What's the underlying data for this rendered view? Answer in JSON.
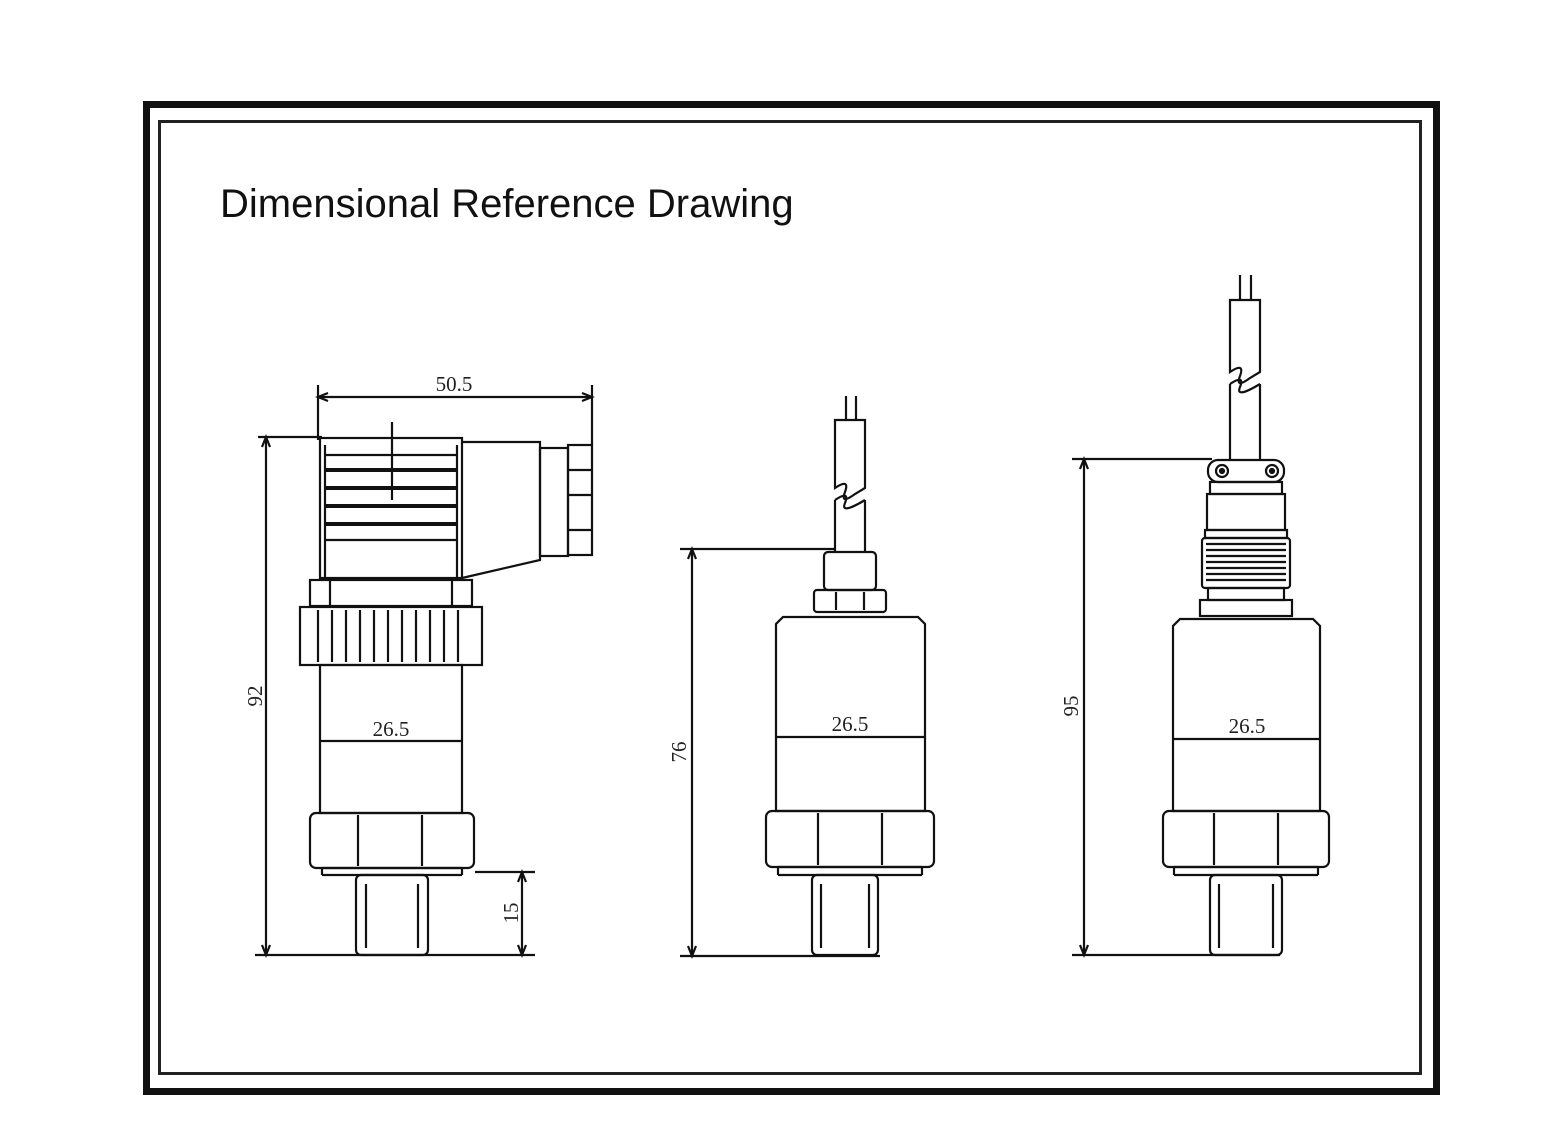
{
  "title": "Dimensional Reference Drawing",
  "views": [
    {
      "name": "din-connector-version",
      "width_label": "50.5",
      "height_label": "92",
      "diameter_label": "26.5",
      "thread_label": "15"
    },
    {
      "name": "cable-gland-version",
      "height_label": "76",
      "diameter_label": "26.5"
    },
    {
      "name": "aviation-plug-cable-version",
      "height_label": "95",
      "diameter_label": "26.5"
    }
  ]
}
